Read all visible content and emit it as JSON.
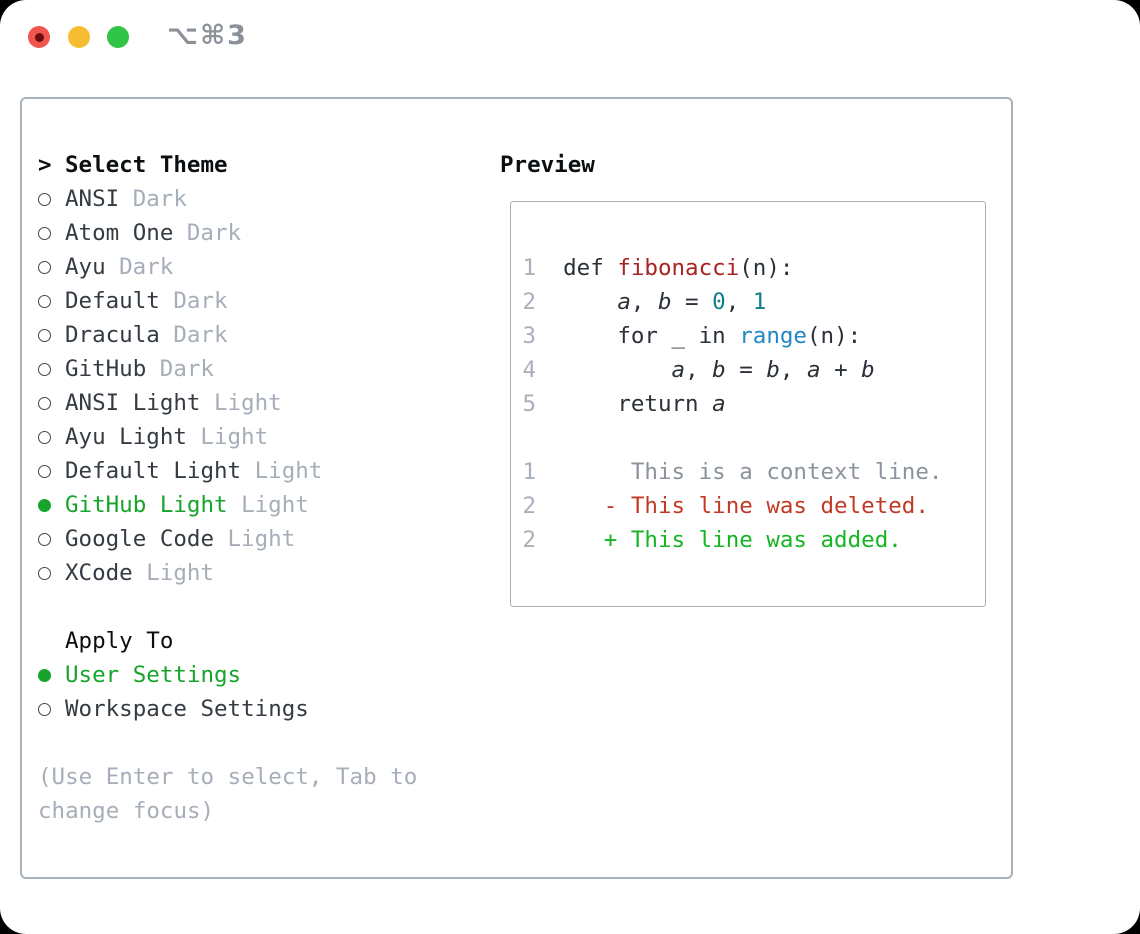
{
  "titlebar": {
    "shortcut_label": "⌥⌘3"
  },
  "colors": {
    "selected_green": "#17a42b",
    "diff_added_green": "#16b524",
    "diff_deleted_red": "#c23a26",
    "function_red": "#a82321",
    "builtin_blue": "#2187c5",
    "literal_teal": "#0e7f8b",
    "muted_gray": "#a6aeb9",
    "traffic_red": "#f2554d",
    "traffic_yellow": "#f7bd32",
    "traffic_green": "#30c546"
  },
  "theme_picker": {
    "prompt": ">",
    "title": "Select Theme",
    "items": [
      {
        "name": "ANSI",
        "variant": "Dark",
        "selected": false
      },
      {
        "name": "Atom One",
        "variant": "Dark",
        "selected": false
      },
      {
        "name": "Ayu",
        "variant": "Dark",
        "selected": false
      },
      {
        "name": "Default",
        "variant": "Dark",
        "selected": false
      },
      {
        "name": "Dracula",
        "variant": "Dark",
        "selected": false
      },
      {
        "name": "GitHub",
        "variant": "Dark",
        "selected": false
      },
      {
        "name": "ANSI Light",
        "variant": "Light",
        "selected": false
      },
      {
        "name": "Ayu Light",
        "variant": "Light",
        "selected": false
      },
      {
        "name": "Default Light",
        "variant": "Light",
        "selected": false
      },
      {
        "name": "GitHub Light",
        "variant": "Light",
        "selected": true
      },
      {
        "name": "Google Code",
        "variant": "Light",
        "selected": false
      },
      {
        "name": "XCode",
        "variant": "Light",
        "selected": false
      }
    ],
    "apply_to": {
      "title": "Apply To",
      "options": [
        {
          "name": "User Settings",
          "selected": true
        },
        {
          "name": "Workspace Settings",
          "selected": false
        }
      ]
    },
    "help_lines": [
      "(Use Enter to select, Tab to",
      "change focus)"
    ]
  },
  "preview": {
    "title": "Preview",
    "lines": [
      {
        "kind": "code",
        "tokens": [
          {
            "t": "1",
            "c": "ln"
          },
          {
            "t": "  def ",
            "c": "code"
          },
          {
            "t": "fibonacci",
            "c": "fn"
          },
          {
            "t": "(n):",
            "c": "code"
          }
        ]
      },
      {
        "kind": "code",
        "tokens": [
          {
            "t": "2",
            "c": "ln"
          },
          {
            "t": "      ",
            "c": "code"
          },
          {
            "t": "a",
            "c": "var"
          },
          {
            "t": ", ",
            "c": "code"
          },
          {
            "t": "b",
            "c": "var"
          },
          {
            "t": " = ",
            "c": "code"
          },
          {
            "t": "0",
            "c": "lit"
          },
          {
            "t": ", ",
            "c": "code"
          },
          {
            "t": "1",
            "c": "lit"
          }
        ]
      },
      {
        "kind": "code",
        "tokens": [
          {
            "t": "3",
            "c": "ln"
          },
          {
            "t": "      for _ in ",
            "c": "code"
          },
          {
            "t": "range",
            "c": "bi"
          },
          {
            "t": "(n):",
            "c": "code"
          }
        ]
      },
      {
        "kind": "code",
        "tokens": [
          {
            "t": "4",
            "c": "ln"
          },
          {
            "t": "          ",
            "c": "code"
          },
          {
            "t": "a",
            "c": "var"
          },
          {
            "t": ", ",
            "c": "code"
          },
          {
            "t": "b",
            "c": "var"
          },
          {
            "t": " = ",
            "c": "code"
          },
          {
            "t": "b",
            "c": "var"
          },
          {
            "t": ", ",
            "c": "code"
          },
          {
            "t": "a",
            "c": "var"
          },
          {
            "t": " + ",
            "c": "code"
          },
          {
            "t": "b",
            "c": "var"
          }
        ]
      },
      {
        "kind": "code",
        "tokens": [
          {
            "t": "5",
            "c": "ln"
          },
          {
            "t": "      return ",
            "c": "code"
          },
          {
            "t": "a",
            "c": "var"
          }
        ]
      },
      {
        "kind": "blank",
        "tokens": []
      },
      {
        "kind": "diff-context",
        "tokens": [
          {
            "t": "1",
            "c": "ln"
          },
          {
            "t": "       This is a context line.",
            "c": "ctx"
          }
        ]
      },
      {
        "kind": "diff-deleted",
        "tokens": [
          {
            "t": "2",
            "c": "ln"
          },
          {
            "t": "     - This line was deleted.",
            "c": "del"
          }
        ]
      },
      {
        "kind": "diff-added",
        "tokens": [
          {
            "t": "2",
            "c": "ln"
          },
          {
            "t": "     + This line was added.",
            "c": "add"
          }
        ]
      }
    ]
  }
}
